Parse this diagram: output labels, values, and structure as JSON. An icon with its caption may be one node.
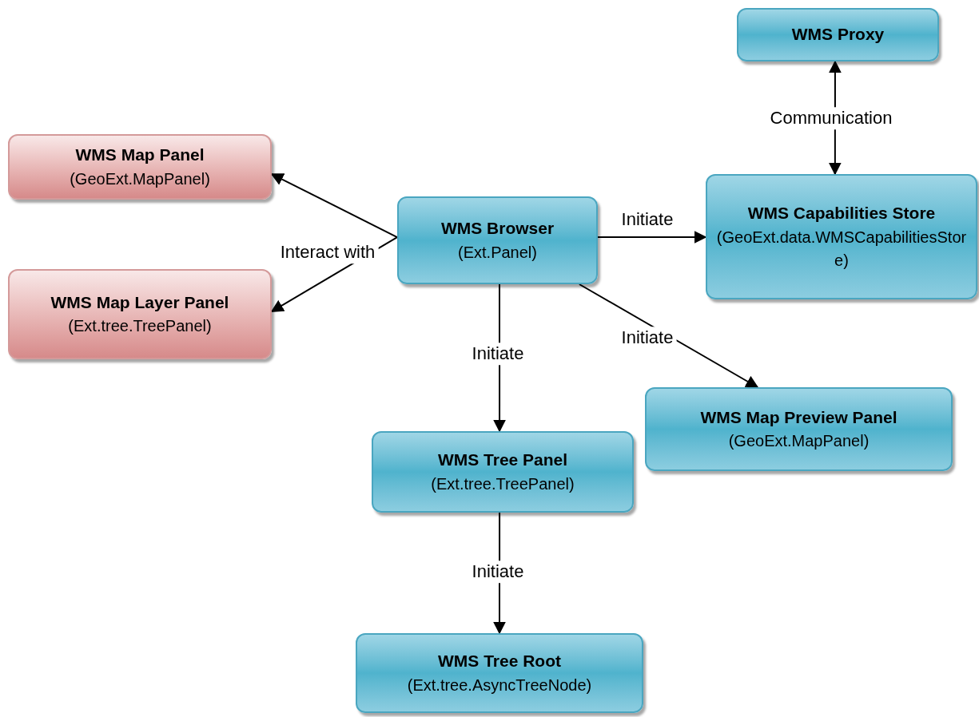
{
  "diagram": {
    "nodes": [
      {
        "text": [
          "WMS Proxy"
        ]
      },
      {
        "text": [
          "WMS Map Panel",
          "(GeoExt.MapPanel)"
        ]
      },
      {
        "text": [
          "WMS Browser",
          "(Ext.Panel)"
        ]
      },
      {
        "text": [
          "WMS Capabilities Store",
          "(GeoExt.data.WMSCapabilitiesStore)"
        ]
      },
      {
        "text": [
          "WMS Map Layer Panel",
          "(Ext.tree.TreePanel)"
        ]
      },
      {
        "text": [
          "WMS Map Preview Panel",
          "(GeoExt.MapPanel)"
        ]
      },
      {
        "text": [
          "WMS Tree Panel",
          "(Ext.tree.TreePanel)"
        ]
      },
      {
        "text": [
          "WMS Tree Root",
          "(Ext.tree.AsyncTreeNode)"
        ]
      }
    ],
    "edges": [
      {
        "from": 3,
        "to": 0,
        "arrow": "both",
        "label": "Communication"
      },
      {
        "from": 2,
        "to": 1,
        "arrow": "to",
        "label": "Interact with"
      },
      {
        "from": 2,
        "to": 4,
        "arrow": "to"
      },
      {
        "from": 2,
        "to": 3,
        "arrow": "to",
        "label": "Initiate"
      },
      {
        "from": 2,
        "to": 5,
        "arrow": "to",
        "label": "Initiate"
      },
      {
        "from": 2,
        "to": 6,
        "arrow": "to",
        "label": "Initiate"
      },
      {
        "from": 6,
        "to": 7,
        "arrow": "to",
        "label": "Initiate"
      }
    ]
  }
}
